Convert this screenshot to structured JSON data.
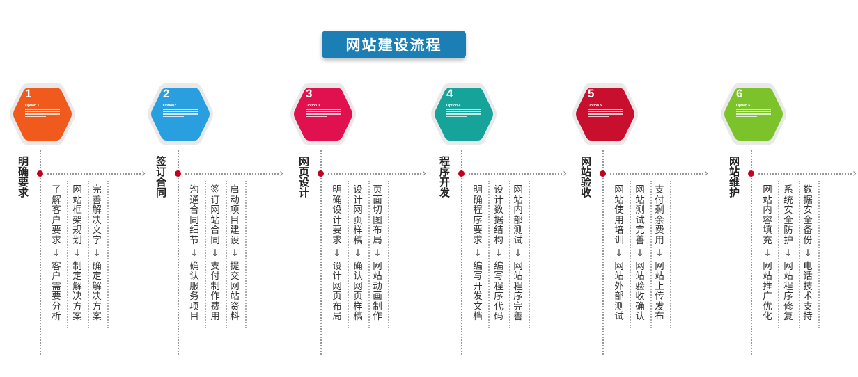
{
  "title": "网站建设流程",
  "colors": {
    "title_bg": "#1b7fb5",
    "dot": "#c5001e",
    "stages": [
      "#f05a1c",
      "#2a9fe0",
      "#e0114e",
      "#15a39a",
      "#c8102e",
      "#7cc22a"
    ]
  },
  "stages": [
    {
      "number": "1",
      "option": "Option 1",
      "label": "明确要求",
      "columns": [
        {
          "top": "了解客户要求",
          "bottom": "客户需要分析"
        },
        {
          "top": "网站框架规划",
          "bottom": "制定解决方案"
        },
        {
          "top": "完善解决文字",
          "bottom": "确定解决方案"
        }
      ]
    },
    {
      "number": "2",
      "option": "Option2",
      "label": "签订合同",
      "columns": [
        {
          "top": "沟通合同细节",
          "bottom": "确认服务项目"
        },
        {
          "top": "签订网站合同",
          "bottom": "支付制作费用"
        },
        {
          "top": "启动项目建设",
          "bottom": "提交网站资料"
        }
      ]
    },
    {
      "number": "3",
      "option": "Option 3",
      "label": "网页设计",
      "columns": [
        {
          "top": "明确设计要求",
          "bottom": "设计网页布局"
        },
        {
          "top": "设计网页样稿",
          "bottom": "确认网页样稿"
        },
        {
          "top": "页面切图布局",
          "bottom": "网站动画制作"
        }
      ]
    },
    {
      "number": "4",
      "option": "Option 4",
      "label": "程序开发",
      "columns": [
        {
          "top": "明确程序要求",
          "bottom": "编写开发文档"
        },
        {
          "top": "设计数据结构",
          "bottom": "编写程序代码"
        },
        {
          "top": "网站内部测试",
          "bottom": "网站程序完善"
        }
      ]
    },
    {
      "number": "5",
      "option": "Option 5",
      "label": "网站验收",
      "columns": [
        {
          "top": "网站使用培训",
          "bottom": "网站外部测试"
        },
        {
          "top": "网站测试完善",
          "bottom": "网站验收确认"
        },
        {
          "top": "支付剩余费用",
          "bottom": "网站上传发布"
        }
      ]
    },
    {
      "number": "6",
      "option": "Option 6",
      "label": "网站维护",
      "columns": [
        {
          "top": "网站内容填充",
          "bottom": "网站推广优化"
        },
        {
          "top": "系统安全防护",
          "bottom": "网站程序修复"
        },
        {
          "top": "数据安全备份",
          "bottom": "电话技术支持"
        }
      ]
    }
  ]
}
